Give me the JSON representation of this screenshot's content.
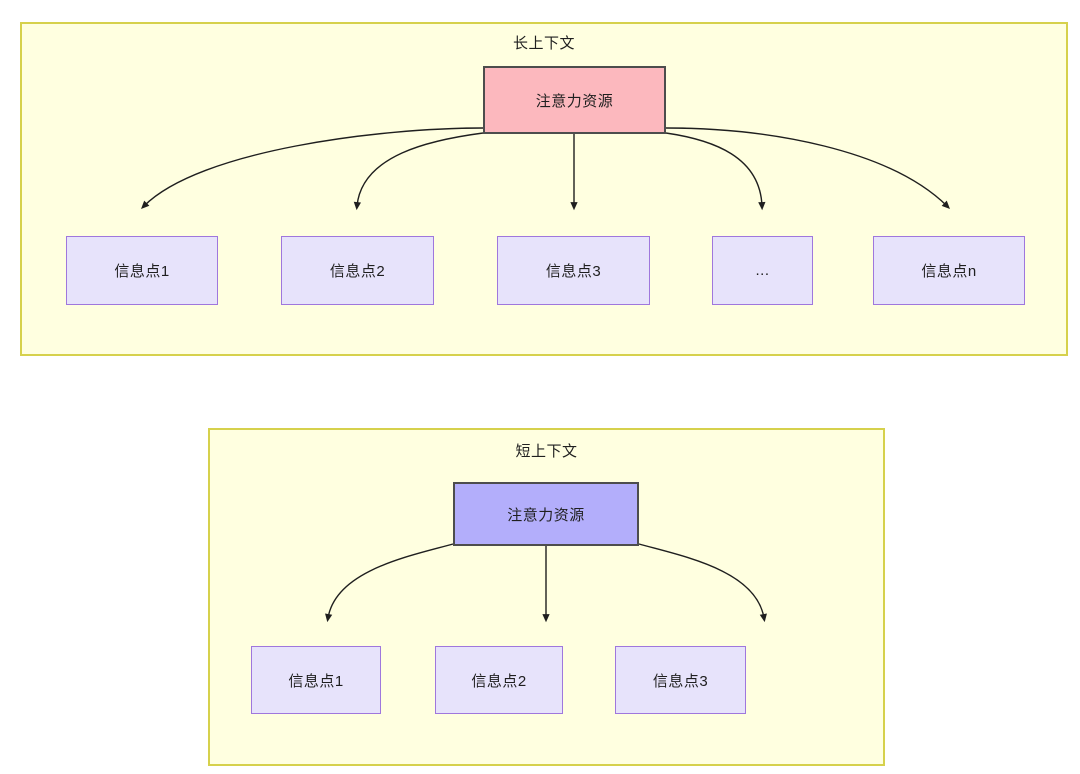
{
  "diagram": {
    "title_visible": false,
    "palette": {
      "canvas": "#ffffff",
      "group_fill": "#ffffe0",
      "group_border": "#d6d14c",
      "attention_pink_fill": "#fcb8be",
      "attention_blue_fill": "#b3aefb",
      "node_dark_border": "#4d4d4d",
      "info_fill": "#e7e3fb",
      "info_border": "#9f77dd",
      "edge_stroke": "#1f1f1f",
      "text": "#1f1f1f"
    }
  },
  "groups": [
    {
      "id": "long",
      "title": "长上下文",
      "root": {
        "label": "注意力资源"
      },
      "leaves": [
        {
          "label": "信息点1"
        },
        {
          "label": "信息点2"
        },
        {
          "label": "信息点3"
        },
        {
          "label": "..."
        },
        {
          "label": "信息点n"
        }
      ]
    },
    {
      "id": "short",
      "title": "短上下文",
      "root": {
        "label": "注意力资源"
      },
      "leaves": [
        {
          "label": "信息点1"
        },
        {
          "label": "信息点2"
        },
        {
          "label": "信息点3"
        }
      ]
    }
  ]
}
